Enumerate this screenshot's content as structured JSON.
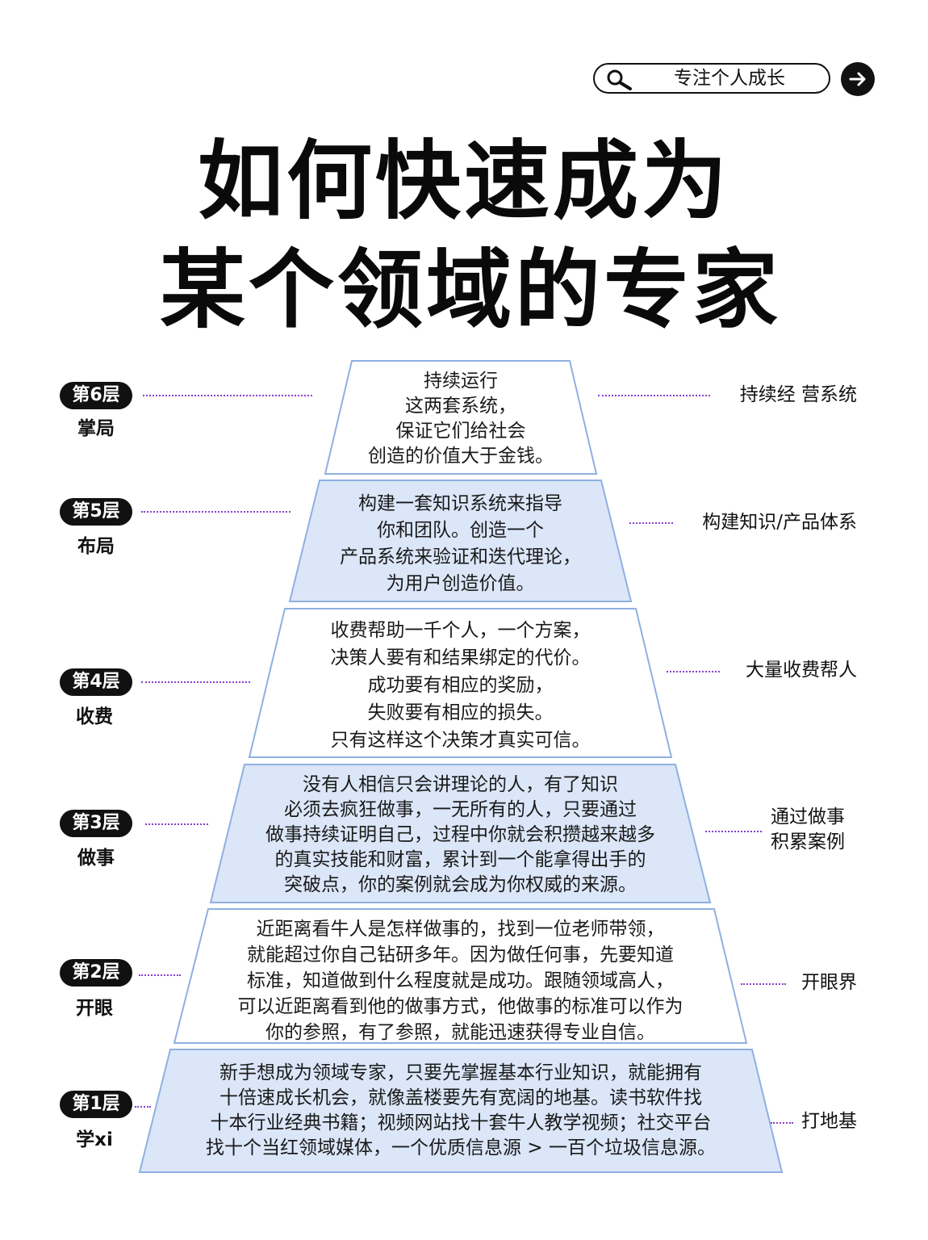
{
  "header": {
    "search_text": "专注个人成长",
    "search_icon": "search-icon",
    "go_icon": "arrow-right-icon"
  },
  "title": {
    "line1": "如何快速成为",
    "line2": "某个领域的专家"
  },
  "colors": {
    "layer_fill_a": "#ffffff",
    "layer_fill_b": "#dbe6f8",
    "layer_stroke": "#8fb0e0",
    "connector": "#8a3fd1",
    "badge": "#111111"
  },
  "layers": [
    {
      "badge": "第6层",
      "name": "掌局",
      "lines": [
        "持续运行",
        "这两套系统，",
        "保证它们给社会",
        "创造的价值大于金钱。"
      ],
      "summary": [
        "持续经 营系统"
      ]
    },
    {
      "badge": "第5层",
      "name": "布局",
      "lines": [
        "构建一套知识系统来指导",
        "你和团队。创造一个",
        "产品系统来验证和迭代理论，",
        "为用户创造价值。"
      ],
      "summary": [
        "构建知识/产品体系"
      ]
    },
    {
      "badge": "第4层",
      "name": "收费",
      "lines": [
        "收费帮助一千个人，一个方案，",
        "决策人要有和结果绑定的代价。",
        "成功要有相应的奖励，",
        "失败要有相应的损失。",
        "只有这样这个决策才真实可信。"
      ],
      "summary": [
        "大量收费帮人"
      ]
    },
    {
      "badge": "第3层",
      "name": "做事",
      "lines": [
        "没有人相信只会讲理论的人，有了知识",
        "必须去疯狂做事，一无所有的人，只要通过",
        "做事持续证明自己，过程中你就会积攒越来越多",
        "的真实技能和财富，累计到一个能拿得出手的",
        "突破点，你的案例就会成为你权威的来源。"
      ],
      "summary": [
        "通过做事",
        "积累案例"
      ]
    },
    {
      "badge": "第2层",
      "name": "开眼",
      "lines": [
        "近距离看牛人是怎样做事的，找到一位老师带领，",
        "就能超过你自己钻研多年。因为做任何事，先要知道",
        "标准，知道做到什么程度就是成功。跟随领域高人，",
        "可以近距离看到他的做事方式，他做事的标准可以作为",
        "你的参照，有了参照，就能迅速获得专业自信。"
      ],
      "summary": [
        "开眼界"
      ]
    },
    {
      "badge": "第1层",
      "name": "学xi",
      "lines": [
        "新手想成为领域专家，只要先掌握基本行业知识，就能拥有",
        "十倍速成长机会，就像盖楼要先有宽阔的地基。读书软件找",
        "十本行业经典书籍；视频网站找十套牛人教学视频；社交平台",
        "找十个当红领域媒体，一个优质信息源 > 一百个垃圾信息源。"
      ],
      "summary": [
        "打地基"
      ]
    }
  ]
}
